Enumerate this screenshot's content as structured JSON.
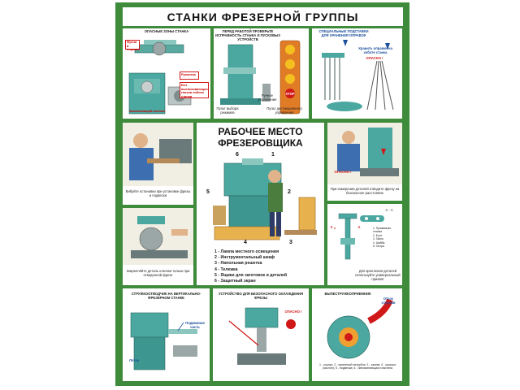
{
  "title": "СТАНКИ ФРЕЗЕРНОЙ ГРУППЫ",
  "colors": {
    "frame": "#3f8b3c",
    "machine": "#4aa8a0",
    "danger": "#d01818",
    "accent": "#1b4f9c"
  },
  "panel_zones": {
    "caption": "ОПАСНЫЕ ЗОНЫ СТАНКА",
    "label_mill": "Фреза в оправке",
    "label_spindle": "Рукоятка",
    "label_no": "Без вытаскивающих ганзов хобота станка",
    "label_grip": "Заземляющий контакт"
  },
  "panel_check": {
    "caption": "ПЕРЕД РАБОТОЙ ПРОВЕРЬТЕ ИСПРАВНОСТЬ СТАНКА И ПУСКОВЫХ УСТРОЙСТВ",
    "label_left": "Пульт выбора режимов",
    "label_mid": "Ручное управление",
    "label_right": "Пульт дистанционного управления",
    "stop": "STOP"
  },
  "panel_storage": {
    "caption": "СПЕЦИАЛЬНЫЕ ПОДСТАВКИ ДЛЯ ХРАНЕНИЯ ОПРАВОК",
    "warning": "Хранить оправки на хоботе станка",
    "danger": "ОПАСНО !"
  },
  "panel_mill_guard": {
    "caption": "Вибуйте остановки при установке фрезы и подвески"
  },
  "center": {
    "title_line1": "РАБОЧЕЕ МЕСТО",
    "title_line2": "ФРЕЗЕРОВЩИКА",
    "numbers": [
      "1",
      "2",
      "3",
      "4",
      "5",
      "6"
    ],
    "legend": [
      "1 - Лампа местного освещения",
      "2 - Инструментальный шкаф",
      "3 - Напольная решетка",
      "4 - Тележка",
      "5 - Ящики для заготовок и деталей",
      "6 - Защитный экран"
    ]
  },
  "panel_measure": {
    "caption": "При измерении деталей отводите фрезу на безопасное расстояние",
    "danger": "ОПАСНО !"
  },
  "panel_clamp": {
    "caption": "Закрепляйте деталь ключом только при отведенной фрезе"
  },
  "panel_tools": {
    "caption": "Для крепления деталей используйте универсальный прихват",
    "labels": [
      "А",
      "А",
      "А - А"
    ],
    "parts": [
      "1. Прижимная планка",
      "2. Болт",
      "3. Гайка",
      "4. Шайба",
      "5. Опора"
    ]
  },
  "panel_chip": {
    "caption": "СТРУЖКООТВОДЧИК НА ВЕРТИКАЛЬНО-ФРЕЗЕРНОМ СТАНКЕ",
    "label_a": "Подвижная часть",
    "label_b": "Лоток"
  },
  "panel_cool": {
    "caption": "УСТРОЙСТВО ДЛЯ БЕЗОПАСНОГО ОХЛАЖДЕНИЯ ФРЕЗЫ",
    "danger": "ОПАСНО !"
  },
  "panel_chipcatch": {
    "caption": "ВЫПЕСТРУЖКОПРИЕМНИК",
    "label": "Отсос стружки",
    "legend": "1 - корпус; 2 - приемный патрубок; 3 - зажим; 4 - крышка (заслон); 5 - подвеска; 6 - напоминающая пластина"
  }
}
